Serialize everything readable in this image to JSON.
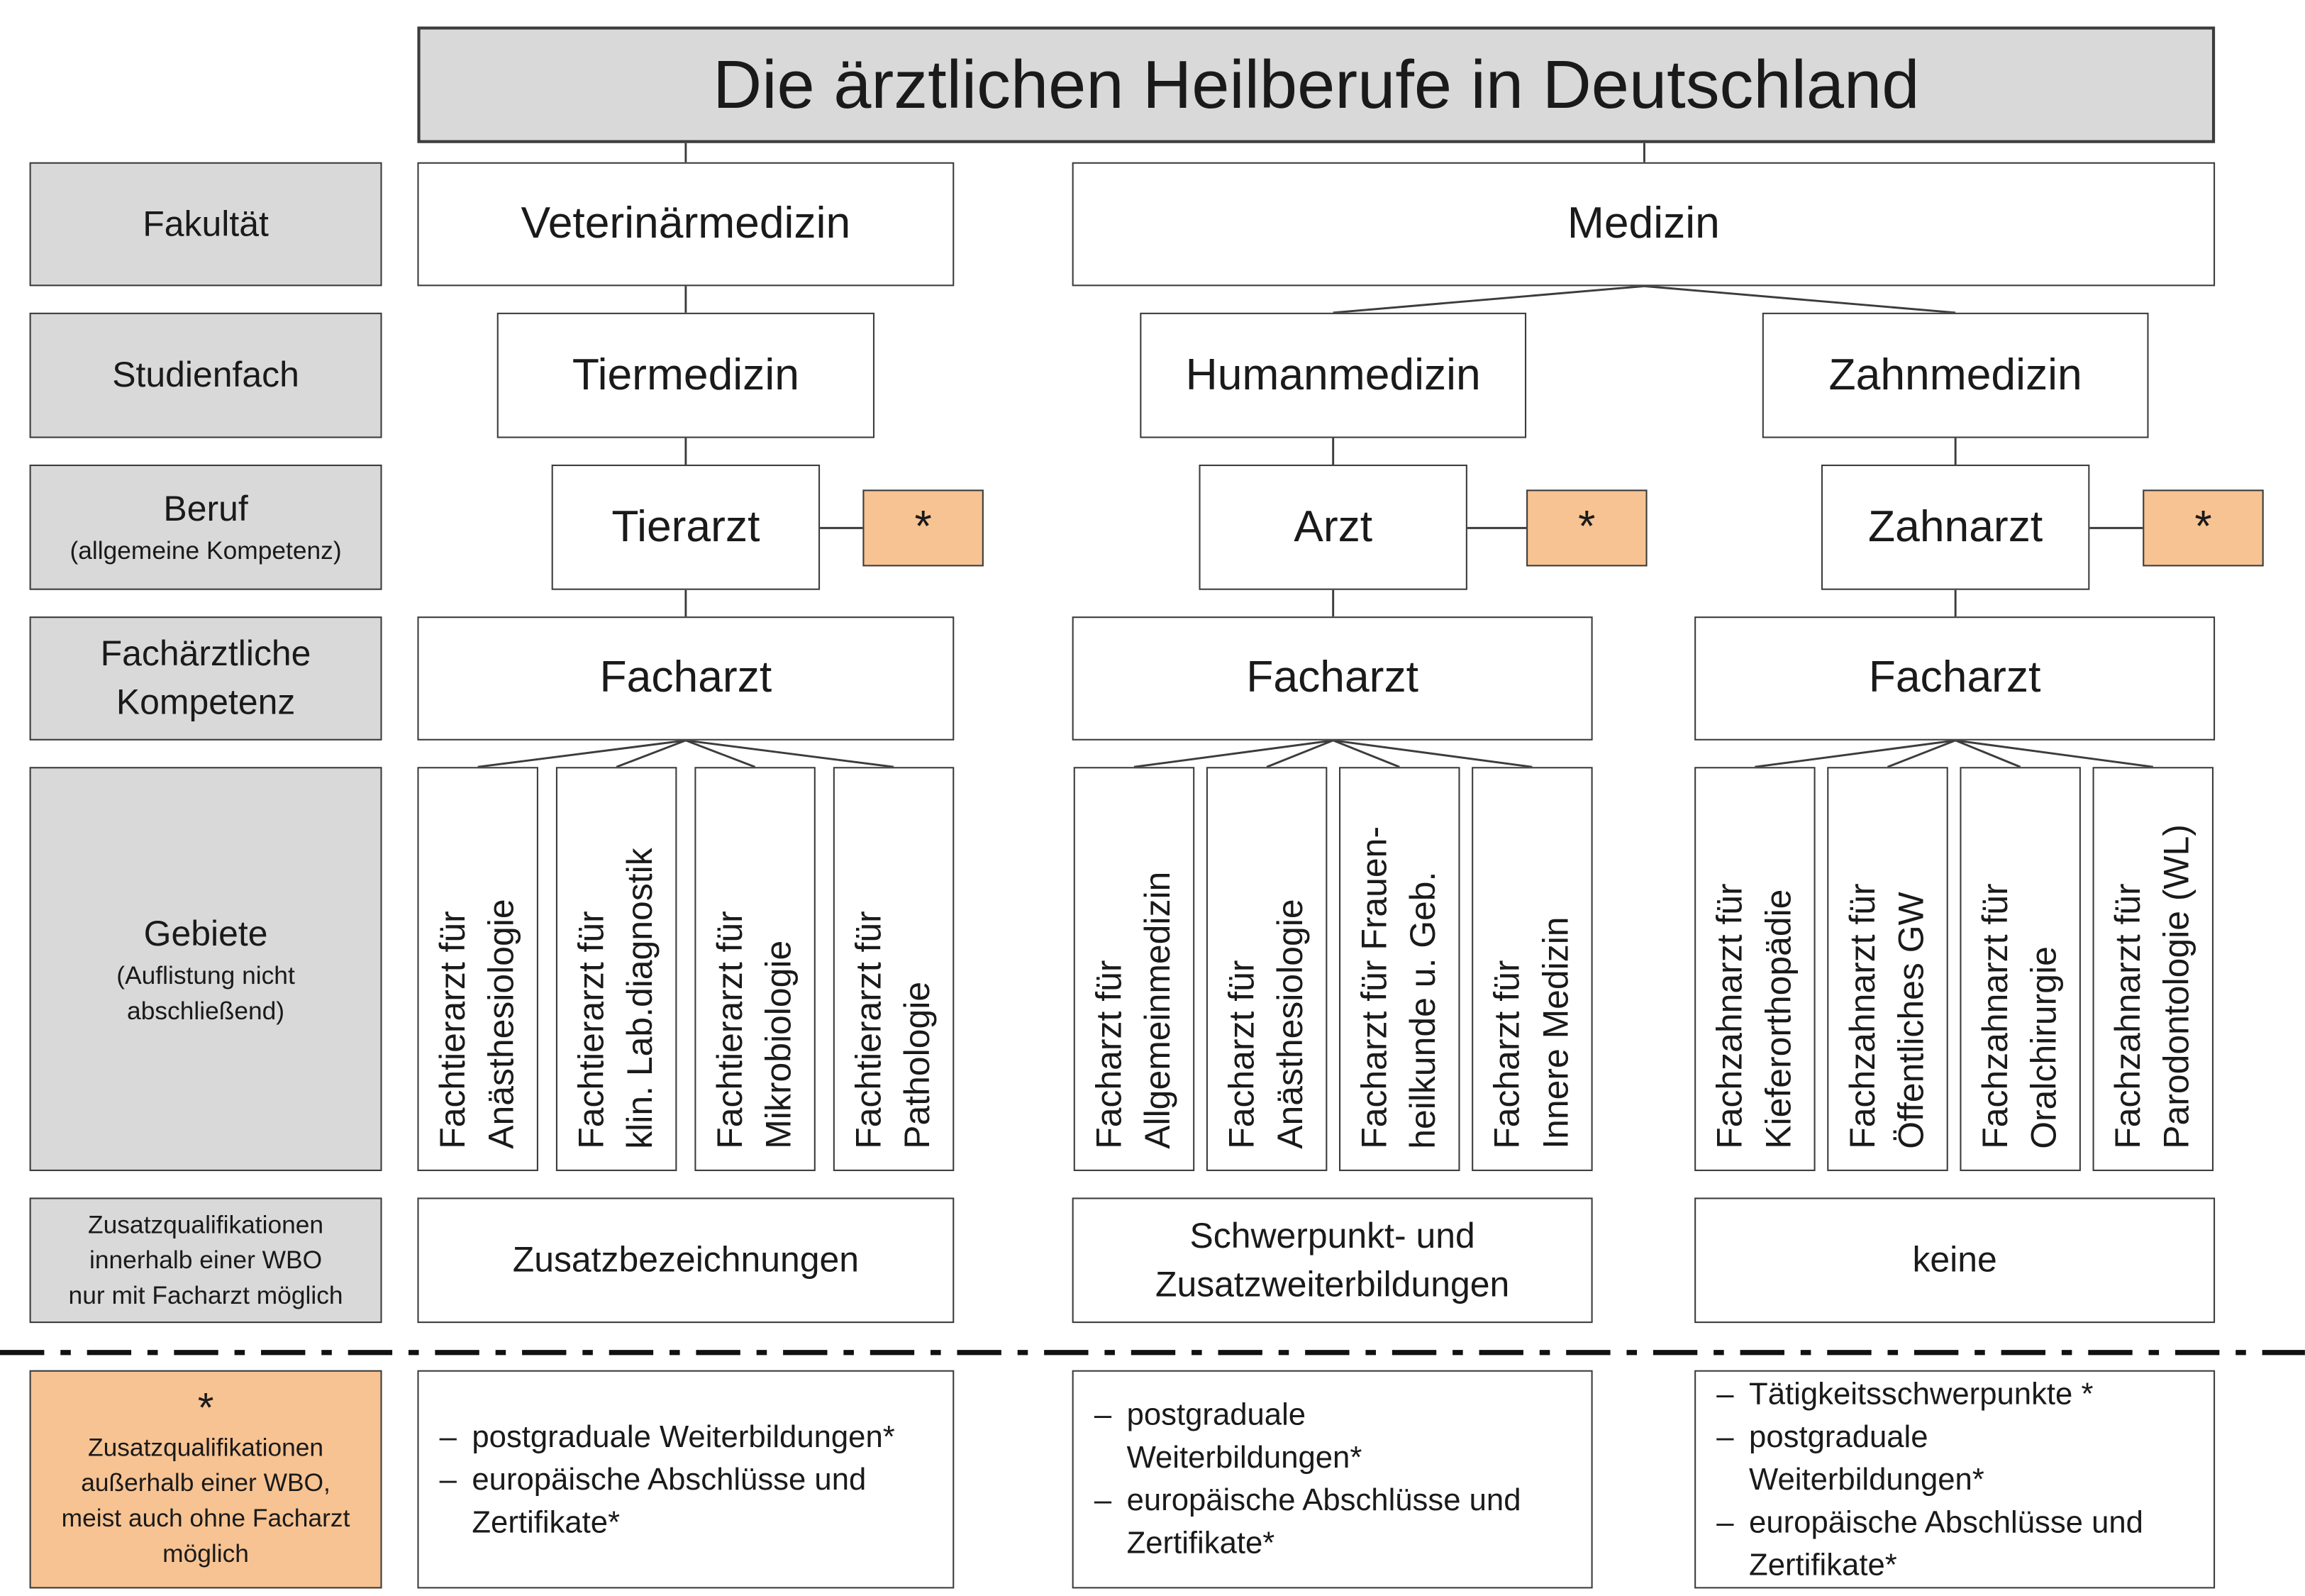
{
  "title": "Die ärztlichen Heilberufe in Deutschland",
  "row_labels": [
    {
      "title": [
        "Fakultät"
      ]
    },
    {
      "title": [
        "Studienfach"
      ]
    },
    {
      "title": [
        "Beruf"
      ],
      "note": [
        "(allgemeine Kompetenz)"
      ]
    },
    {
      "title": [
        "Fachärztliche",
        "Kompetenz"
      ]
    },
    {
      "title": [
        "Gebiete"
      ],
      "note": [
        "(Auflistung nicht",
        "abschließend)"
      ]
    },
    {
      "note": [
        "Zusatzqualifikationen",
        "innerhalb einer WBO",
        "nur mit Facharzt möglich"
      ]
    }
  ],
  "footnote": {
    "marker": "*",
    "note": [
      "Zusatzqualifikationen",
      "außerhalb einer WBO,",
      "meist auch ohne Facharzt",
      "möglich"
    ]
  },
  "faculties": [
    {
      "name": "Veterinärmedizin"
    },
    {
      "name": "Medizin"
    }
  ],
  "columns": [
    {
      "studienfach": "Tiermedizin",
      "beruf": "Tierarzt",
      "beruf_marker": "*",
      "facharzt": "Facharzt",
      "gebiete": [
        [
          "Fachtierarzt für",
          "Anästhesiologie"
        ],
        [
          "Fachtierarzt für",
          "klin. Lab.diagnostik"
        ],
        [
          "Fachtierarzt für",
          "Mikrobiologie"
        ],
        [
          "Fachtierarzt für",
          "Pathologie"
        ]
      ],
      "zusatz": [
        "Zusatzbezeichnungen"
      ],
      "extra": [
        [
          "postgraduale Weiterbildungen*"
        ],
        [
          "europäische Abschlüsse und",
          "Zertifikate*"
        ]
      ]
    },
    {
      "studienfach": "Humanmedizin",
      "beruf": "Arzt",
      "beruf_marker": "*",
      "facharzt": "Facharzt",
      "gebiete": [
        [
          "Facharzt für",
          "Allgemeinmedizin"
        ],
        [
          "Facharzt für",
          "Anästhesiologie"
        ],
        [
          "Facharzt für Frauen-",
          "heilkunde u. Geb."
        ],
        [
          "Facharzt für",
          "Innere Medizin"
        ]
      ],
      "zusatz": [
        "Schwerpunkt- und",
        "Zusatzweiterbildungen"
      ],
      "extra": [
        [
          "postgraduale",
          "Weiterbildungen*"
        ],
        [
          "europäische Abschlüsse und",
          "Zertifikate*"
        ]
      ]
    },
    {
      "studienfach": "Zahnmedizin",
      "beruf": "Zahnarzt",
      "beruf_marker": "*",
      "facharzt": "Facharzt",
      "gebiete": [
        [
          "Fachzahnarzt für",
          "Kieferorthopädie"
        ],
        [
          "Fachzahnarzt für",
          "Öffentliches GW"
        ],
        [
          "Fachzahnarzt für",
          "Oralchirurgie"
        ],
        [
          "Fachzahnarzt für",
          "Parodontologie (WL)"
        ]
      ],
      "zusatz": [
        "keine"
      ],
      "extra": [
        [
          "Tätigkeitsschwerpunkte *"
        ],
        [
          "postgraduale",
          "Weiterbildungen*"
        ],
        [
          "europäische Abschlüsse und",
          "Zertifikate*"
        ]
      ]
    }
  ],
  "list_marker": "–",
  "colors": {
    "label_fill": "#d9d9d9",
    "footnote_fill": "#f7c392",
    "border": "#3c3c3c"
  }
}
